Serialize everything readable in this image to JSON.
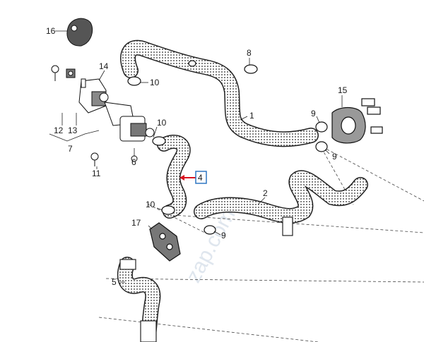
{
  "watermark": "zap.com",
  "highlight_color": "#d9131f",
  "highlight_box_color": "#2f77c2",
  "parts": [
    {
      "id": "p16",
      "label": "16",
      "name": "cap-plug"
    },
    {
      "id": "p14",
      "label": "14",
      "name": "screw"
    },
    {
      "id": "p12",
      "label": "12",
      "name": "bolt"
    },
    {
      "id": "p13",
      "label": "13",
      "name": "nut"
    },
    {
      "id": "p7",
      "label": "7",
      "name": "bracket-group"
    },
    {
      "id": "p11",
      "label": "11",
      "name": "screw-lower"
    },
    {
      "id": "p6",
      "label": "6",
      "name": "valve"
    },
    {
      "id": "p10a",
      "label": "10",
      "name": "clamp-top"
    },
    {
      "id": "p10b",
      "label": "10",
      "name": "clamp-mid"
    },
    {
      "id": "p10c",
      "label": "10",
      "name": "clamp-lower"
    },
    {
      "id": "p8",
      "label": "8",
      "name": "clip"
    },
    {
      "id": "p1",
      "label": "1",
      "name": "hose-upper"
    },
    {
      "id": "p15",
      "label": "15",
      "name": "flange"
    },
    {
      "id": "p9a",
      "label": "9",
      "name": "clamp-flange-top"
    },
    {
      "id": "p9b",
      "label": "9",
      "name": "clamp-flange-bottom"
    },
    {
      "id": "p9c",
      "label": "9",
      "name": "clamp-hose-2"
    },
    {
      "id": "p4",
      "label": "4",
      "name": "hose-highlighted"
    },
    {
      "id": "p2",
      "label": "2",
      "name": "hose-lower-right"
    },
    {
      "id": "p17",
      "label": "17",
      "name": "holder-plate"
    },
    {
      "id": "p5",
      "label": "5",
      "name": "hose-lower-left"
    }
  ]
}
